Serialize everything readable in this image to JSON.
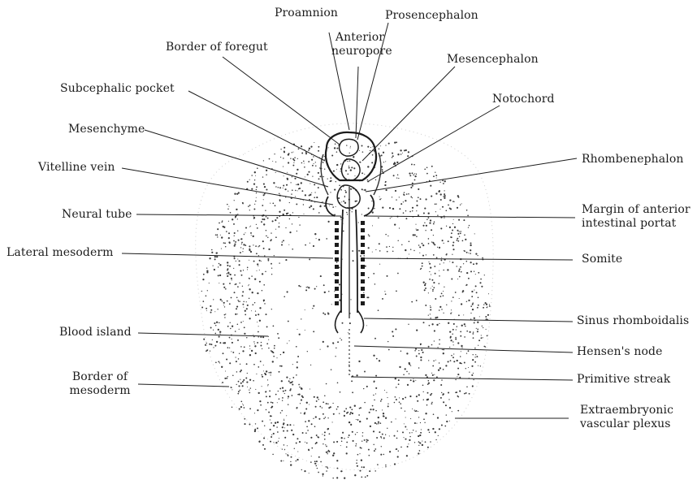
{
  "figure": {
    "labels": {
      "proamnion": "Proamnion",
      "prosencephalon": "Prosencephalon",
      "anterior_neuropore": [
        "Anterior",
        "neuropore"
      ],
      "border_of_foregut": "Border of foregut",
      "mesencephalon": "Mesencephalon",
      "subcephalic_pocket": "Subcephalic pocket",
      "notochord": "Notochord",
      "mesenchyme": "Mesenchyme",
      "rhombencephalon": "Rhombenephalon",
      "vitelline_vein": "Vitelline vein",
      "neural_tube": "Neural tube",
      "margin_anterior_intestinal_portal": [
        "Margin of anterior",
        "intestinal portat"
      ],
      "lateral_mesoderm": "Lateral mesoderm",
      "somite": "Somite",
      "sinus_rhomboidalis": "Sinus rhomboidalis",
      "blood_island": "Blood island",
      "hensens_node": "Hensen's node",
      "border_of_mesoderm": [
        "Border of",
        "mesoderm"
      ],
      "primitive_streak": "Primitive streak",
      "extraembryonic_vascular_plexus": [
        "Extraembryonic",
        "vascular plexus"
      ]
    },
    "colors": {
      "ink": "#1c1c1c",
      "stipple": "#3a3a3a",
      "background": "#ffffff"
    }
  }
}
